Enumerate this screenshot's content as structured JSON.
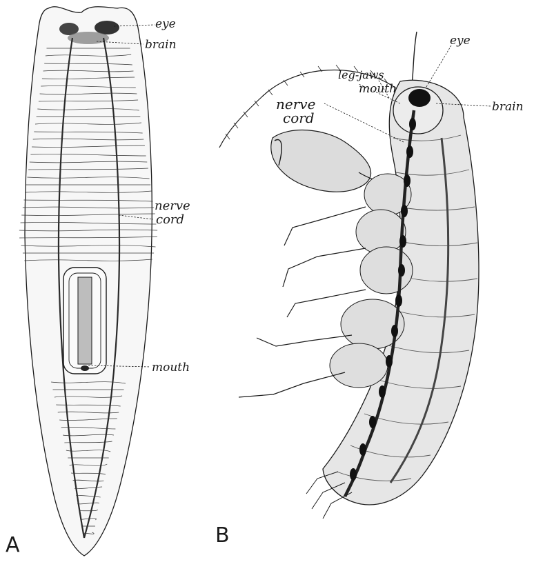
{
  "figure": {
    "panel_a": {
      "letter": "A",
      "labels": {
        "eye": "eye",
        "brain": "brain",
        "nerve_cord_1": "nerve",
        "nerve_cord_2": "cord",
        "mouth": "mouth"
      }
    },
    "panel_b": {
      "letter": "B",
      "labels": {
        "eye": "eye",
        "leg_jaws": "leg-jaws",
        "mouth": "mouth",
        "brain": "brain",
        "nerve_cord_1": "nerve",
        "nerve_cord_2": "cord"
      }
    }
  },
  "colors": {
    "ink": "#1a1a1a",
    "body_fill": "#f3f3f3",
    "shade": "#c9c9c9",
    "nerve": "#2a2a2a"
  }
}
